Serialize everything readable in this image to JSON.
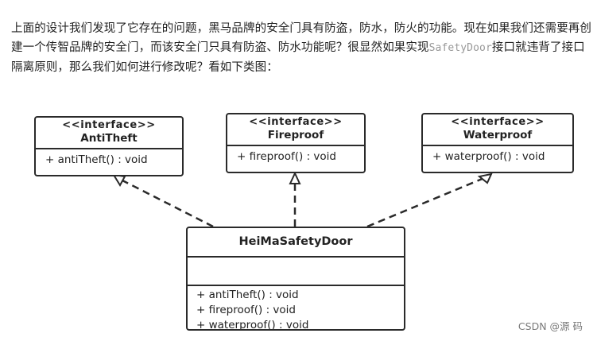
{
  "paragraph": {
    "part1": "上面的设计我们发现了它存在的问题，黑马品牌的安全门具有防盗，防水，防火的功能。现在如果我们还需要再创建一个传智品牌的安全门，而该安全门只具有防盗、防水功能呢？很显然如果实现",
    "code": "SafetyDoor",
    "part2": "接口就违背了接口隔离原则，那么我们如何进行修改呢？看如下类图："
  },
  "diagram": {
    "interfaces": [
      {
        "stereotype": "<<interface>>",
        "name": "AntiTheft",
        "operation": "+ antiTheft() : void"
      },
      {
        "stereotype": "<<interface>>",
        "name": "Fireproof",
        "operation": "+ fireproof() : void"
      },
      {
        "stereotype": "<<interface>>",
        "name": "Waterproof",
        "operation": "+ waterproof() : void"
      }
    ],
    "class": {
      "name": "HeiMaSafetyDoor",
      "operations": [
        "+ antiTheft() : void",
        "+ fireproof() : void",
        "+ waterproof() : void"
      ]
    }
  },
  "watermark": "CSDN @源  码"
}
